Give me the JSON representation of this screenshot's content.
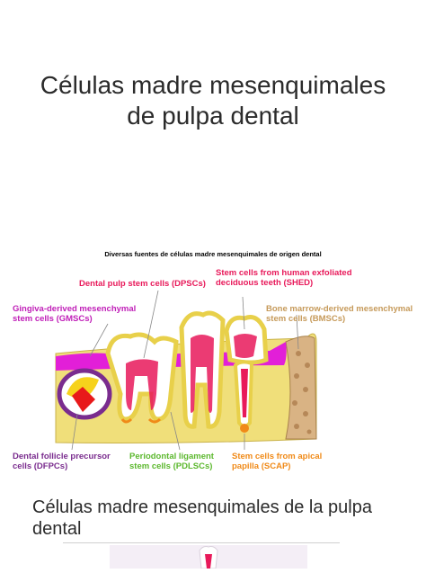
{
  "slide": {
    "title_line1": "Células madre mesenquimales",
    "title_line2": "de pulpa dental"
  },
  "figure": {
    "caption": "Diversas fuentes de células madre mesenquimales de origen dental",
    "labels": {
      "dpsc": "Dental pulp stem cells (DPSCs)",
      "shed_1": "Stem cells from human exfoliated",
      "shed_2": "deciduous teeth (SHED)",
      "gmsc_1": "Gingiva-derived mesenchymal",
      "gmsc_2": "stem cells (GMSCs)",
      "bmsc_1": "Bone marrow-derived mesenchymal",
      "bmsc_2": "stem cells (BMSCs)",
      "dfpc_1": "Dental follicle precursor",
      "dfpc_2": "cells (DFPCs)",
      "pdlsc_1": "Periodontal ligament",
      "pdlsc_2": "stem cells (PDLSCs)",
      "scap_1": "Stem cells from apical",
      "scap_2": "papilla (SCAP)"
    },
    "colors": {
      "dpsc": "#e8195a",
      "shed": "#e8195a",
      "gmsc": "#c01fb8",
      "bmsc": "#c69a5a",
      "dfpc": "#7a2c8e",
      "pdlsc": "#5cb82e",
      "scap": "#f08a18",
      "bone": "#f0df7a",
      "gum": "#e21fd8"
    }
  },
  "section": {
    "subtitle": "Células madre mesenquimales de la pulpa dental"
  }
}
